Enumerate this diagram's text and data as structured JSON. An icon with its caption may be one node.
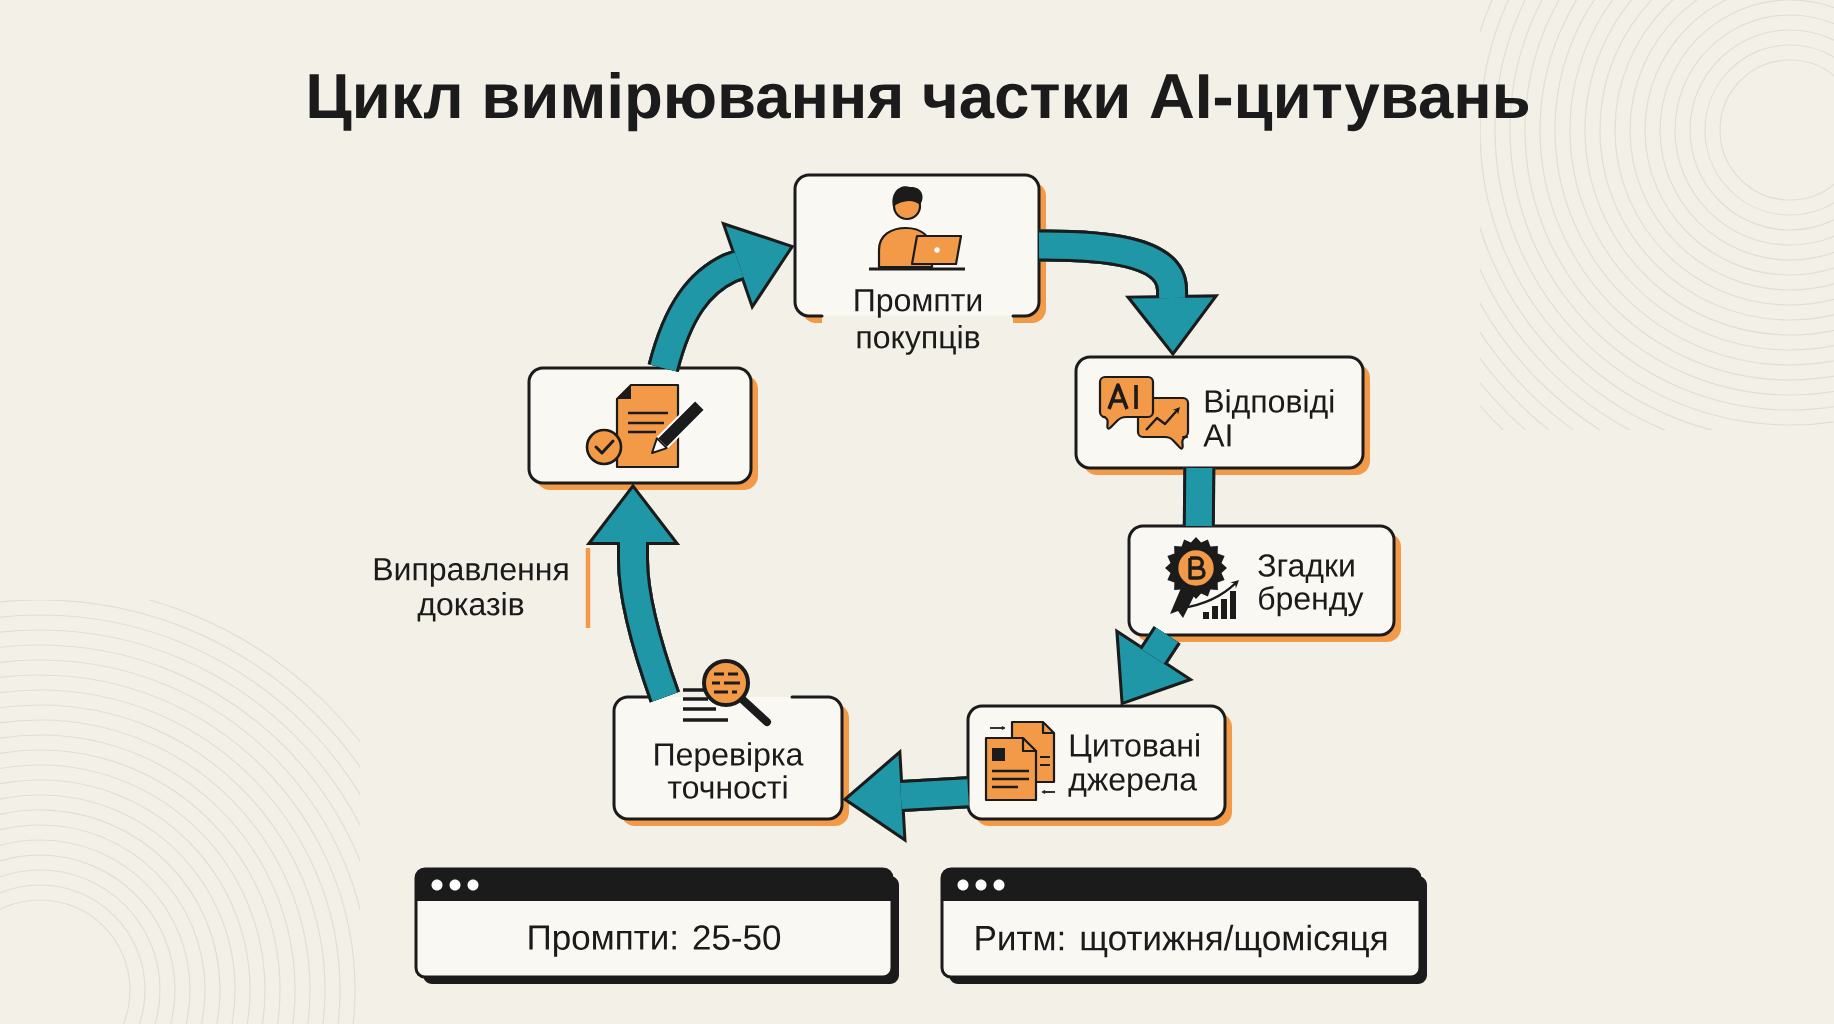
{
  "diagram": {
    "title": "Цикл вимірювання частки AI-цитувань",
    "nodes": [
      {
        "text": [
          "Промпти покупців"
        ]
      },
      {
        "text": [
          "Відповіді AI"
        ]
      },
      {
        "text": [
          "Згадки бренду"
        ]
      },
      {
        "text": [
          "Цитовані джерела"
        ]
      },
      {
        "text": [
          "Перевірка точності"
        ]
      },
      {
        "text": [],
        "shape": "box"
      },
      {
        "text": [
          "Промпти: 25-50"
        ]
      },
      {
        "text": [
          "Ритм: щотижня/щомісяця"
        ]
      }
    ],
    "edges": [
      {
        "from": 0,
        "to": 1,
        "arrow": "to"
      },
      {
        "from": 1,
        "to": 2,
        "arrow": "none"
      },
      {
        "from": 2,
        "to": 3,
        "arrow": "to"
      },
      {
        "from": 3,
        "to": 4,
        "arrow": "to"
      },
      {
        "from": 4,
        "to": 5,
        "arrow": "to",
        "label": "Виправлення доказів"
      },
      {
        "from": 5,
        "to": 0,
        "arrow": "to"
      }
    ]
  }
}
